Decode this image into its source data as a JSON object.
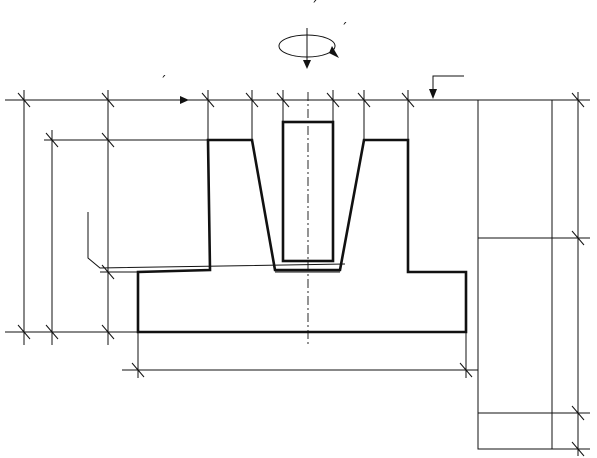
{
  "labels": {
    "mark_top_1": "ˊ",
    "mark_top_2": "ˊ",
    "mark_feed": "ˊ"
  },
  "icons": {
    "rotation": "circular-arrow-icon",
    "feed": "right-arrow-icon",
    "surface_flag": "leader-flag-icon"
  },
  "colors": {
    "line": "#111111",
    "background": "#ffffff"
  }
}
